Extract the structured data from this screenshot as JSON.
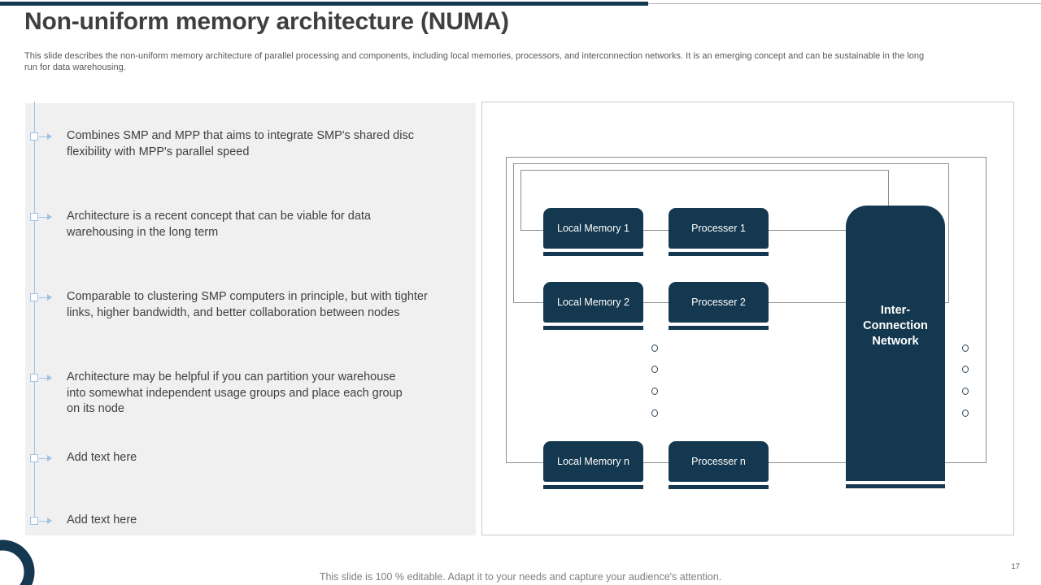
{
  "slide": {
    "title": "Non-uniform memory architecture (NUMA)",
    "subtitle": "This slide describes the non-uniform memory architecture of parallel processing and components, including local memories, processors, and interconnection networks. It is an emerging concept and can be sustainable in the long\nrun for data warehousing.",
    "footer_note": "This slide is 100 % editable. Adapt it to your needs and capture your audience's attention.",
    "page_number": "17"
  },
  "bullets": [
    {
      "text": "Combines SMP and MPP that aims to integrate SMP's shared disc\nflexibility with MPP's parallel speed"
    },
    {
      "text": "Architecture is a recent concept that can be viable for data\nwarehousing in the long term"
    },
    {
      "text": "Comparable to clustering SMP computers in principle, but with tighter\nlinks, higher bandwidth, and better collaboration between nodes"
    },
    {
      "text": "Architecture may be helpful if you can partition your warehouse\ninto somewhat independent usage groups and place each group\non its node"
    },
    {
      "text": "Add text here"
    },
    {
      "text": "Add text here"
    }
  ],
  "diagram": {
    "nodes": [
      {
        "label": "Local Memory 1"
      },
      {
        "label": "Processer 1"
      },
      {
        "label": "Local Memory 2"
      },
      {
        "label": "Processer 2"
      },
      {
        "label": "Local Memory n"
      },
      {
        "label": "Processer n"
      }
    ],
    "interconnection": {
      "line1": "Inter-",
      "line2": "Connection",
      "line3": "Network"
    }
  },
  "colors": {
    "accent_navy": "#14384F",
    "accent_light_blue": "#9DC3E6",
    "panel_gray": "#F0F0F1"
  }
}
